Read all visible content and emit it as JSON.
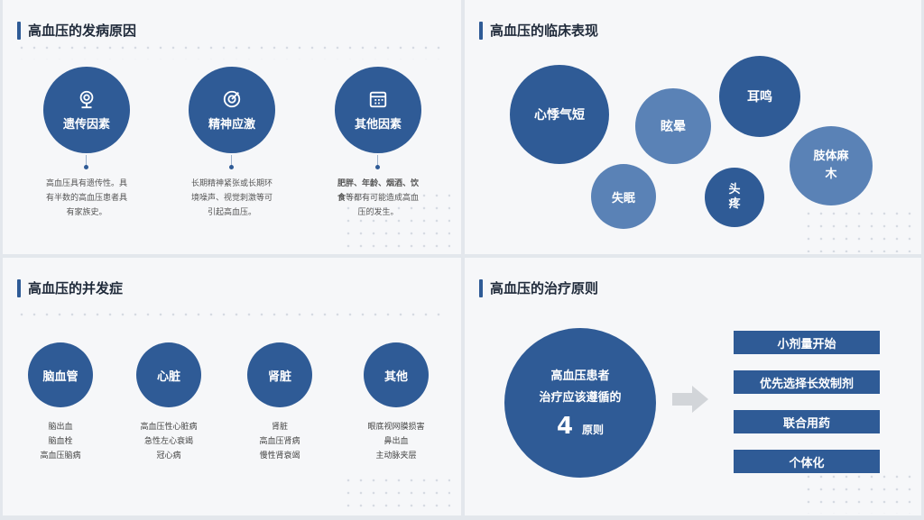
{
  "causes": {
    "title": "高血压的发病原因",
    "items": [
      {
        "label": "遗传因素",
        "icon": "webcam-icon",
        "desc": [
          "高血压具有遗传性。具",
          "有半数的高血压患者具",
          "有家族史。"
        ]
      },
      {
        "label": "精神应激",
        "icon": "target-icon",
        "desc": [
          "长期精神紧张或长期环",
          "境噪声、视觉刺激等可",
          "引起高血压。"
        ]
      },
      {
        "label": "其他因素",
        "icon": "calendar-icon",
        "desc_bold": "肥胖、年龄、烟酒、饮",
        "desc_bold2": "食",
        "desc": [
          "等都有可能造成高血",
          "压的发生。"
        ]
      }
    ]
  },
  "symptoms": {
    "title": "高血压的临床表现",
    "items": [
      "心悸气短",
      "眩晕",
      "耳鸣",
      "肢体麻",
      "木",
      "失眠",
      "头",
      "疼"
    ]
  },
  "complications": {
    "title": "高血压的并发症",
    "items": [
      {
        "label": "脑血管",
        "list": [
          "脑出血",
          "脑血栓",
          "高血压脑病"
        ]
      },
      {
        "label": "心脏",
        "list": [
          "高血压性心脏病",
          "急性左心衰竭",
          "冠心病"
        ]
      },
      {
        "label": "肾脏",
        "list": [
          "肾脏",
          "高血压肾病",
          "慢性肾衰竭"
        ]
      },
      {
        "label": "其他",
        "list": [
          "眼底视网膜损害",
          "鼻出血",
          "主动脉夹层"
        ]
      }
    ]
  },
  "treatment": {
    "title": "高血压的治疗原则",
    "circle_line1": "高血压患者",
    "circle_line2": "治疗应该遵循的",
    "number": "4",
    "circle_suffix": "原则",
    "principles": [
      "小剂量开始",
      "优先选择长效制剂",
      "联合用药",
      "个体化"
    ]
  },
  "colors": {
    "primary": "#2f5b96",
    "light": "#5a82b6"
  }
}
